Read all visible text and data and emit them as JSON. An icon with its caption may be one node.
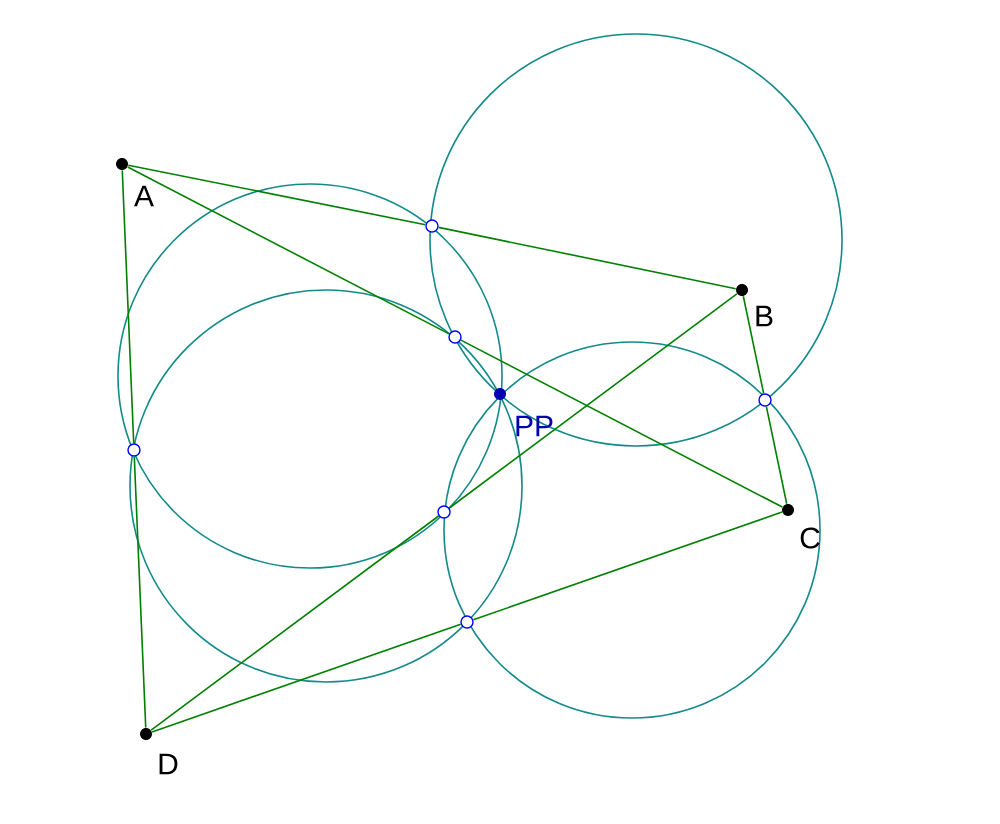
{
  "diagram": {
    "nodes": [
      {
        "text": [
          "A"
        ]
      },
      {
        "text": [
          "B"
        ]
      },
      {
        "text": [
          "C"
        ]
      },
      {
        "text": [
          "D"
        ]
      },
      {
        "text": [
          "PP"
        ]
      },
      {
        "text": [],
        "shape": "circle"
      },
      {
        "text": [],
        "shape": "circle"
      },
      {
        "text": [],
        "shape": "circle"
      },
      {
        "text": [],
        "shape": "circle"
      },
      {
        "text": [],
        "shape": "circle"
      },
      {
        "text": [],
        "shape": "circle"
      }
    ],
    "edges": [
      {
        "from": 0,
        "to": 5,
        "arrow": "none"
      },
      {
        "from": 5,
        "to": 1,
        "arrow": "none"
      },
      {
        "from": 0,
        "to": 6,
        "arrow": "none"
      },
      {
        "from": 6,
        "to": 2,
        "arrow": "none"
      },
      {
        "from": 0,
        "to": 8,
        "arrow": "none"
      },
      {
        "from": 8,
        "to": 3,
        "arrow": "none"
      },
      {
        "from": 1,
        "to": 7,
        "arrow": "none"
      },
      {
        "from": 7,
        "to": 2,
        "arrow": "none"
      },
      {
        "from": 1,
        "to": 9,
        "arrow": "none"
      },
      {
        "from": 9,
        "to": 3,
        "arrow": "none"
      },
      {
        "from": 2,
        "to": 10,
        "arrow": "none"
      },
      {
        "from": 10,
        "to": 3,
        "arrow": "none"
      }
    ]
  }
}
